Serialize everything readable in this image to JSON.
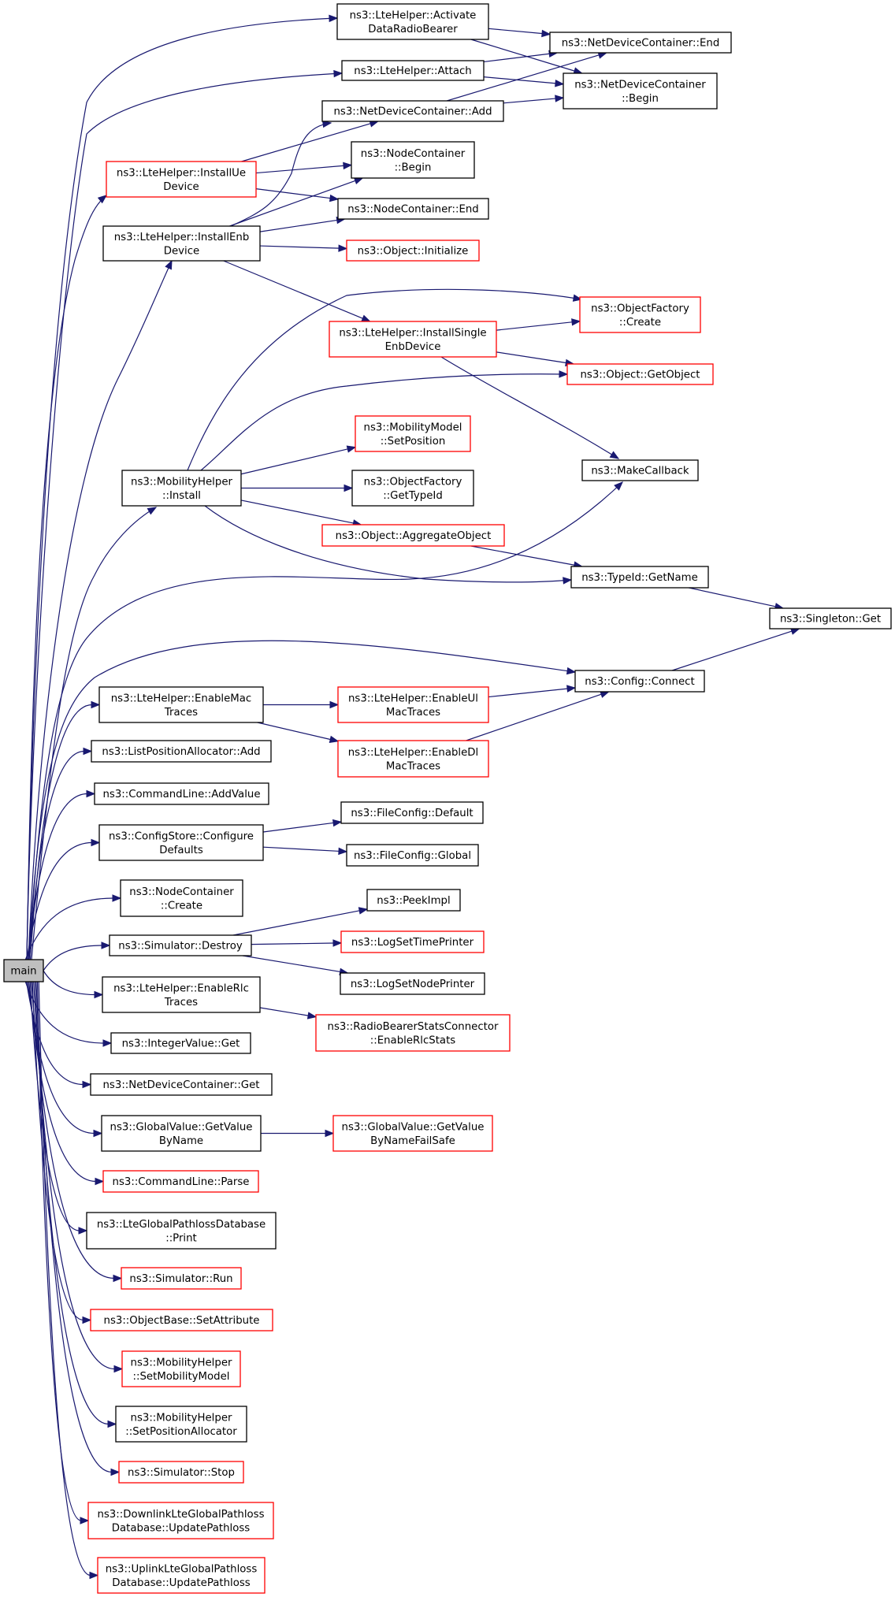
{
  "diagram": {
    "type": "call-graph",
    "nodes": [
      {
        "id": "main",
        "lines": [
          "main"
        ],
        "style": "root"
      },
      {
        "id": "activate",
        "lines": [
          "ns3::LteHelper::Activate",
          "DataRadioBearer"
        ],
        "style": "black"
      },
      {
        "id": "attach",
        "lines": [
          "ns3::LteHelper::Attach"
        ],
        "style": "black"
      },
      {
        "id": "ndcEnd",
        "lines": [
          "ns3::NetDeviceContainer::End"
        ],
        "style": "black"
      },
      {
        "id": "ndcBegin",
        "lines": [
          "ns3::NetDeviceContainer",
          "::Begin"
        ],
        "style": "black"
      },
      {
        "id": "ndcAdd",
        "lines": [
          "ns3::NetDeviceContainer::Add"
        ],
        "style": "black"
      },
      {
        "id": "installUe",
        "lines": [
          "ns3::LteHelper::InstallUe",
          "Device"
        ],
        "style": "red"
      },
      {
        "id": "ncBegin",
        "lines": [
          "ns3::NodeContainer",
          "::Begin"
        ],
        "style": "black"
      },
      {
        "id": "ncEnd",
        "lines": [
          "ns3::NodeContainer::End"
        ],
        "style": "black"
      },
      {
        "id": "installEnb",
        "lines": [
          "ns3::LteHelper::InstallEnb",
          "Device"
        ],
        "style": "black"
      },
      {
        "id": "objInit",
        "lines": [
          "ns3::Object::Initialize"
        ],
        "style": "red"
      },
      {
        "id": "ofCreate",
        "lines": [
          "ns3::ObjectFactory",
          "::Create"
        ],
        "style": "red"
      },
      {
        "id": "installSingle",
        "lines": [
          "ns3::LteHelper::InstallSingle",
          "EnbDevice"
        ],
        "style": "red"
      },
      {
        "id": "getObject",
        "lines": [
          "ns3::Object::GetObject"
        ],
        "style": "red"
      },
      {
        "id": "setPosition",
        "lines": [
          "ns3::MobilityModel",
          "::SetPosition"
        ],
        "style": "red"
      },
      {
        "id": "mhInstall",
        "lines": [
          "ns3::MobilityHelper",
          "::Install"
        ],
        "style": "black"
      },
      {
        "id": "ofGetTypeId",
        "lines": [
          "ns3::ObjectFactory",
          "::GetTypeId"
        ],
        "style": "black"
      },
      {
        "id": "makeCallback",
        "lines": [
          "ns3::MakeCallback"
        ],
        "style": "black"
      },
      {
        "id": "aggregate",
        "lines": [
          "ns3::Object::AggregateObject"
        ],
        "style": "red"
      },
      {
        "id": "getName",
        "lines": [
          "ns3::TypeId::GetName"
        ],
        "style": "black"
      },
      {
        "id": "singletonGet",
        "lines": [
          "ns3::Singleton::Get"
        ],
        "style": "black"
      },
      {
        "id": "configConnect",
        "lines": [
          "ns3::Config::Connect"
        ],
        "style": "black"
      },
      {
        "id": "enableMac",
        "lines": [
          "ns3::LteHelper::EnableMac",
          "Traces"
        ],
        "style": "black"
      },
      {
        "id": "enableUl",
        "lines": [
          "ns3::LteHelper::EnableUl",
          "MacTraces"
        ],
        "style": "red"
      },
      {
        "id": "enableDl",
        "lines": [
          "ns3::LteHelper::EnableDl",
          "MacTraces"
        ],
        "style": "red"
      },
      {
        "id": "lpaAdd",
        "lines": [
          "ns3::ListPositionAllocator::Add"
        ],
        "style": "black"
      },
      {
        "id": "clAddValue",
        "lines": [
          "ns3::CommandLine::AddValue"
        ],
        "style": "black"
      },
      {
        "id": "csConfigure",
        "lines": [
          "ns3::ConfigStore::Configure",
          "Defaults"
        ],
        "style": "black"
      },
      {
        "id": "fcDefault",
        "lines": [
          "ns3::FileConfig::Default"
        ],
        "style": "black"
      },
      {
        "id": "fcGlobal",
        "lines": [
          "ns3::FileConfig::Global"
        ],
        "style": "black"
      },
      {
        "id": "ncCreate",
        "lines": [
          "ns3::NodeContainer",
          "::Create"
        ],
        "style": "black"
      },
      {
        "id": "peekImpl",
        "lines": [
          "ns3::PeekImpl"
        ],
        "style": "black"
      },
      {
        "id": "simDestroy",
        "lines": [
          "ns3::Simulator::Destroy"
        ],
        "style": "black"
      },
      {
        "id": "logTime",
        "lines": [
          "ns3::LogSetTimePrinter"
        ],
        "style": "red"
      },
      {
        "id": "logNode",
        "lines": [
          "ns3::LogSetNodePrinter"
        ],
        "style": "black"
      },
      {
        "id": "enableRlc",
        "lines": [
          "ns3::LteHelper::EnableRlc",
          "Traces"
        ],
        "style": "black"
      },
      {
        "id": "rbsc",
        "lines": [
          "ns3::RadioBearerStatsConnector",
          "::EnableRlcStats"
        ],
        "style": "red"
      },
      {
        "id": "intGet",
        "lines": [
          "ns3::IntegerValue::Get"
        ],
        "style": "black"
      },
      {
        "id": "ndcGet",
        "lines": [
          "ns3::NetDeviceContainer::Get"
        ],
        "style": "black"
      },
      {
        "id": "gvByName",
        "lines": [
          "ns3::GlobalValue::GetValue",
          "ByName"
        ],
        "style": "black"
      },
      {
        "id": "gvFailSafe",
        "lines": [
          "ns3::GlobalValue::GetValue",
          "ByNameFailSafe"
        ],
        "style": "red"
      },
      {
        "id": "clParse",
        "lines": [
          "ns3::CommandLine::Parse"
        ],
        "style": "red"
      },
      {
        "id": "ltePrint",
        "lines": [
          "ns3::LteGlobalPathlossDatabase",
          "::Print"
        ],
        "style": "black"
      },
      {
        "id": "simRun",
        "lines": [
          "ns3::Simulator::Run"
        ],
        "style": "red"
      },
      {
        "id": "obSetAttr",
        "lines": [
          "ns3::ObjectBase::SetAttribute"
        ],
        "style": "red"
      },
      {
        "id": "mhSetMobility",
        "lines": [
          "ns3::MobilityHelper",
          "::SetMobilityModel"
        ],
        "style": "red"
      },
      {
        "id": "mhSetPosAlloc",
        "lines": [
          "ns3::MobilityHelper",
          "::SetPositionAllocator"
        ],
        "style": "black"
      },
      {
        "id": "simStop",
        "lines": [
          "ns3::Simulator::Stop"
        ],
        "style": "red"
      },
      {
        "id": "dlUpdate",
        "lines": [
          "ns3::DownlinkLteGlobalPathloss",
          "Database::UpdatePathloss"
        ],
        "style": "red"
      },
      {
        "id": "ulUpdate",
        "lines": [
          "ns3::UplinkLteGlobalPathloss",
          "Database::UpdatePathloss"
        ],
        "style": "red"
      }
    ],
    "edges": [
      [
        "main",
        "activate"
      ],
      [
        "main",
        "attach"
      ],
      [
        "main",
        "installUe"
      ],
      [
        "main",
        "installEnb"
      ],
      [
        "main",
        "mhInstall"
      ],
      [
        "main",
        "makeCallback"
      ],
      [
        "main",
        "configConnect"
      ],
      [
        "main",
        "enableMac"
      ],
      [
        "main",
        "lpaAdd"
      ],
      [
        "main",
        "clAddValue"
      ],
      [
        "main",
        "csConfigure"
      ],
      [
        "main",
        "ncCreate"
      ],
      [
        "main",
        "simDestroy"
      ],
      [
        "main",
        "enableRlc"
      ],
      [
        "main",
        "intGet"
      ],
      [
        "main",
        "ndcGet"
      ],
      [
        "main",
        "gvByName"
      ],
      [
        "main",
        "clParse"
      ],
      [
        "main",
        "ltePrint"
      ],
      [
        "main",
        "simRun"
      ],
      [
        "main",
        "obSetAttr"
      ],
      [
        "main",
        "mhSetMobility"
      ],
      [
        "main",
        "mhSetPosAlloc"
      ],
      [
        "main",
        "simStop"
      ],
      [
        "main",
        "dlUpdate"
      ],
      [
        "main",
        "ulUpdate"
      ],
      [
        "activate",
        "ndcEnd"
      ],
      [
        "activate",
        "ndcBegin"
      ],
      [
        "attach",
        "ndcEnd"
      ],
      [
        "attach",
        "ndcBegin"
      ],
      [
        "ndcAdd",
        "ndcEnd"
      ],
      [
        "ndcAdd",
        "ndcBegin"
      ],
      [
        "installUe",
        "ndcAdd"
      ],
      [
        "installUe",
        "ncBegin"
      ],
      [
        "installUe",
        "ncEnd"
      ],
      [
        "installEnb",
        "ndcAdd"
      ],
      [
        "installEnb",
        "ncBegin"
      ],
      [
        "installEnb",
        "ncEnd"
      ],
      [
        "installEnb",
        "objInit"
      ],
      [
        "installEnb",
        "installSingle"
      ],
      [
        "installSingle",
        "ofCreate"
      ],
      [
        "installSingle",
        "getObject"
      ],
      [
        "installSingle",
        "makeCallback"
      ],
      [
        "mhInstall",
        "ofCreate"
      ],
      [
        "mhInstall",
        "getObject"
      ],
      [
        "mhInstall",
        "setPosition"
      ],
      [
        "mhInstall",
        "ofGetTypeId"
      ],
      [
        "mhInstall",
        "aggregate"
      ],
      [
        "mhInstall",
        "getName"
      ],
      [
        "aggregate",
        "getName"
      ],
      [
        "getName",
        "singletonGet"
      ],
      [
        "configConnect",
        "singletonGet"
      ],
      [
        "enableMac",
        "enableUl"
      ],
      [
        "enableMac",
        "enableDl"
      ],
      [
        "enableUl",
        "configConnect"
      ],
      [
        "enableDl",
        "configConnect"
      ],
      [
        "csConfigure",
        "fcDefault"
      ],
      [
        "csConfigure",
        "fcGlobal"
      ],
      [
        "simDestroy",
        "peekImpl"
      ],
      [
        "simDestroy",
        "logTime"
      ],
      [
        "simDestroy",
        "logNode"
      ],
      [
        "enableRlc",
        "rbsc"
      ],
      [
        "gvByName",
        "gvFailSafe"
      ]
    ]
  }
}
